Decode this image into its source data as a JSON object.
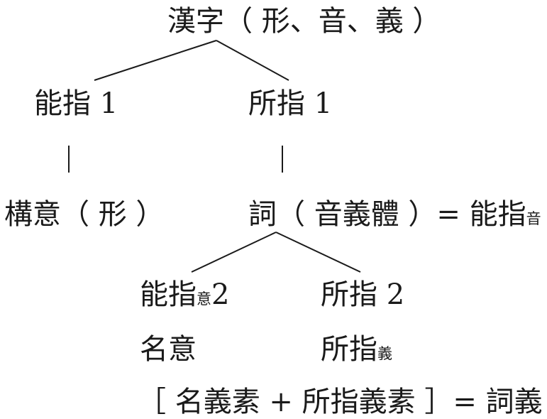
{
  "root": {
    "title": "漢字（ 形、音、義 ）"
  },
  "level1": {
    "left": {
      "main": "能指",
      "num": " 1"
    },
    "right": {
      "main": "所指",
      "num": " 1"
    }
  },
  "level2": {
    "left": "構意（ 形 ）",
    "right": {
      "main": "詞（ 音義體 ）= 能指",
      "sub": "音"
    }
  },
  "level3": {
    "left": {
      "main": "能指",
      "sub": "意",
      "num": "2"
    },
    "right": {
      "main": "所指 2"
    }
  },
  "level4": {
    "left": "名意",
    "right": {
      "main": "所指",
      "sub": "義"
    }
  },
  "formula": "［ 名義素 + 所指義素 ］= 詞義",
  "colors": {
    "ink": "#1a1a1a",
    "background": "#ffffff"
  }
}
